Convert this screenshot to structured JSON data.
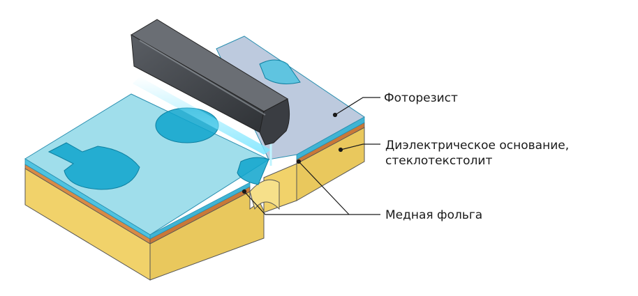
{
  "labels": {
    "photoresist": "Фоторезист",
    "dielectric_line1": "Диэлектрическое основание,",
    "dielectric_line2": "стеклотекстолит",
    "copper_foil": "Медная фольга"
  },
  "colors": {
    "photoresist": "#8fd8e8",
    "photoresist_masked": "#b9c7dc",
    "copper": "#d98a45",
    "dielectric_top": "#f2d470",
    "dielectric_front": "#f1d26a",
    "dielectric_side": "#e9c85d",
    "pad": "#0ea5cc",
    "head": "#4a4d52",
    "light": "#7ee6ff"
  }
}
